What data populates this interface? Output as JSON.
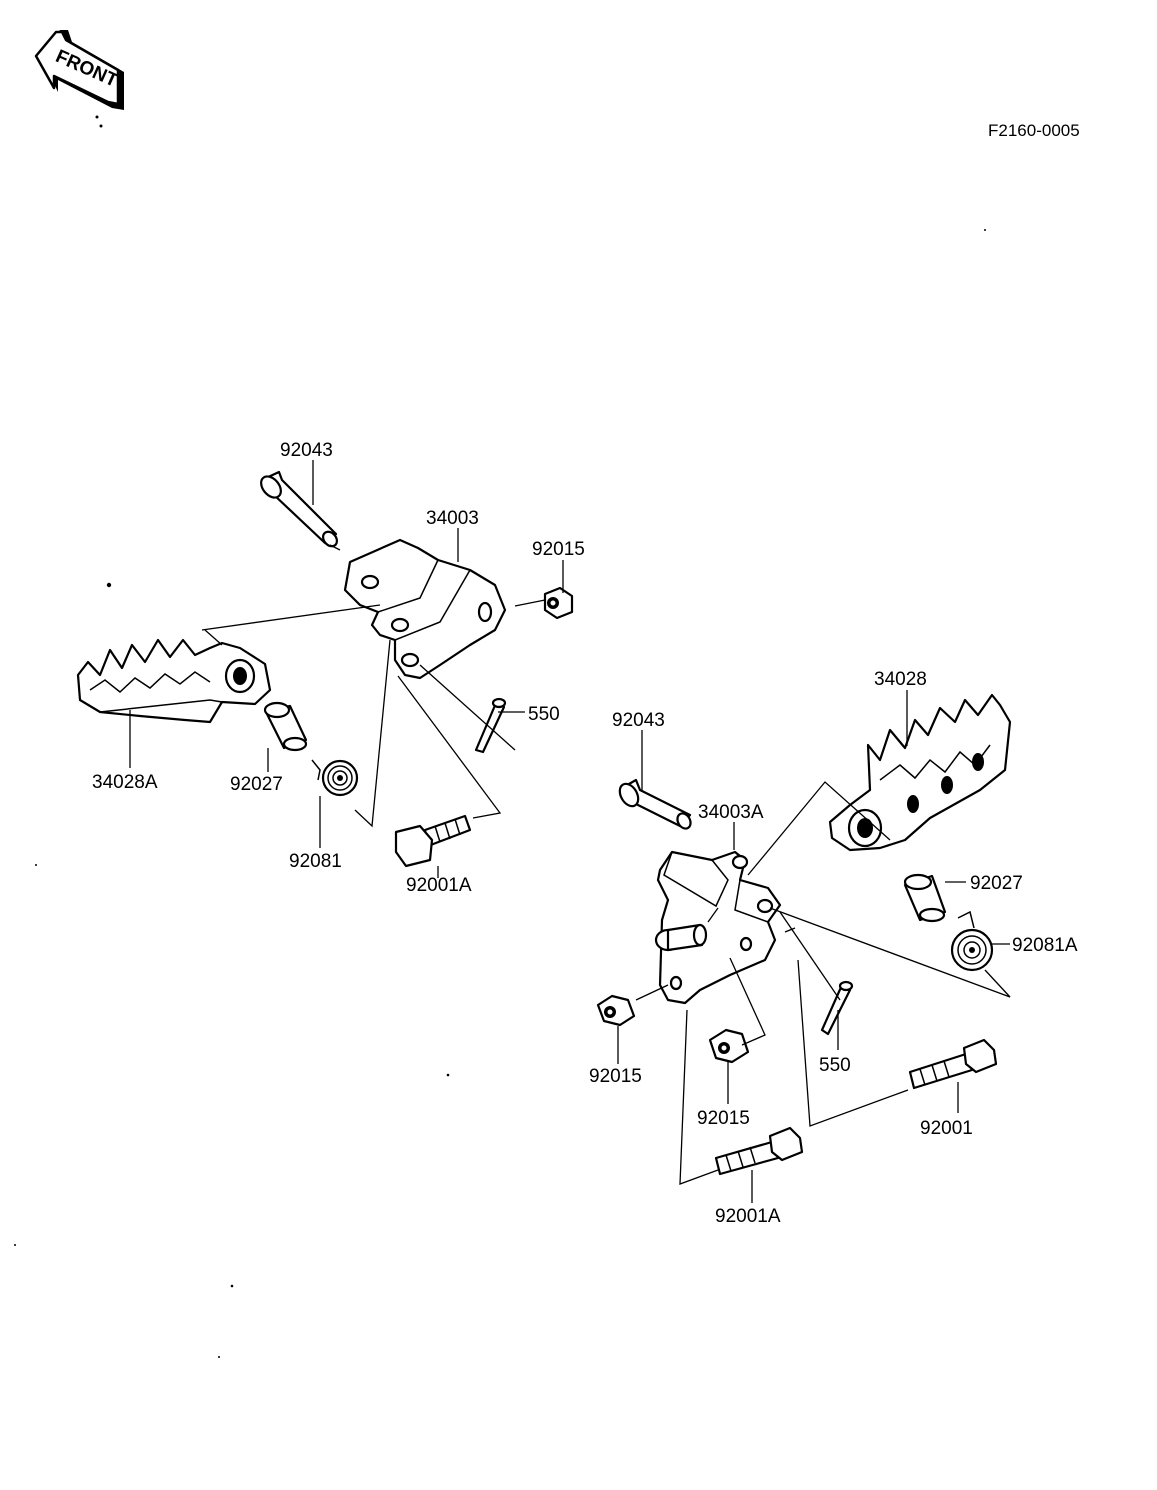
{
  "figure_code": "F2160-0005",
  "front_badge": "FRONT",
  "labels": {
    "l_92043_left": "92043",
    "l_34003": "34003",
    "l_92015_top": "92015",
    "l_550_left": "550",
    "l_34028A": "34028A",
    "l_92027_left": "92027",
    "l_92081": "92081",
    "l_92001A_left": "92001A",
    "l_34028": "34028",
    "l_92043_right": "92043",
    "l_34003A": "34003A",
    "l_92027_right": "92027",
    "l_92081A": "92081A",
    "l_550_right": "550",
    "l_92015_bl": "92015",
    "l_92015_bc": "92015",
    "l_92001": "92001",
    "l_92001A_right": "92001A"
  }
}
